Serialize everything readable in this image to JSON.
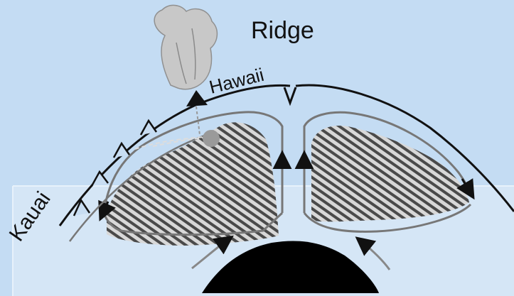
{
  "labels": {
    "ridge": "Ridge",
    "hawaii": "Hawaii",
    "kauai": "Kauai"
  },
  "colors": {
    "background": "#c4dcf3",
    "inset_panel": "#d5e6f6",
    "ink": "#111111",
    "flow_line": "#808080",
    "cloud": "#c8c8c8",
    "hotspot": "#9a9a9a",
    "hatch": "#4a4a4a"
  }
}
